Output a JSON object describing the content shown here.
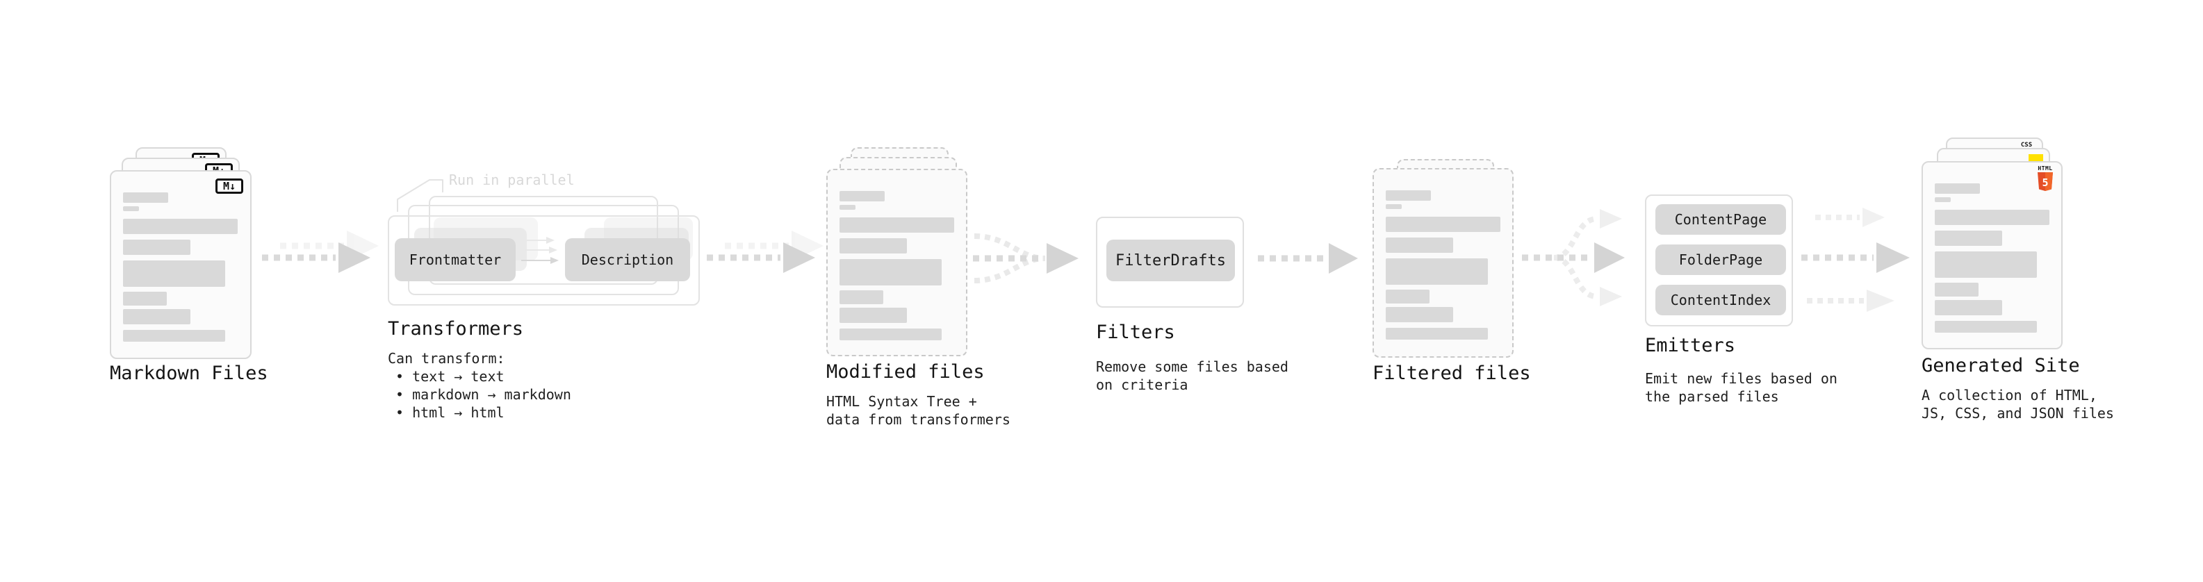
{
  "pipeline": {
    "markdown": {
      "label": "Markdown Files",
      "file_badge": "M↓"
    },
    "transformers": {
      "label": "Transformers",
      "parallel_note": "Run in parallel",
      "input_box": "Frontmatter",
      "output_box": "Description",
      "desc_title": "Can transform:",
      "bullets": [
        "• text → text",
        "• markdown → markdown",
        "• html → html"
      ]
    },
    "modified": {
      "label": "Modified files",
      "desc": [
        "HTML Syntax Tree +",
        "data from transformers"
      ]
    },
    "filters": {
      "label": "Filters",
      "box": "FilterDrafts",
      "desc": [
        "Remove some files based",
        "on criteria"
      ]
    },
    "filtered": {
      "label": "Filtered files"
    },
    "emitters": {
      "label": "Emitters",
      "boxes": [
        "ContentPage",
        "FolderPage",
        "ContentIndex"
      ],
      "desc": [
        "Emit new files based on",
        "the parsed files"
      ]
    },
    "generated": {
      "label": "Generated Site",
      "desc": [
        "A collection of HTML,",
        "JS, CSS, and JSON files"
      ],
      "css_badge": "CSS",
      "html_badge_word": "HTML",
      "html_badge_number": "5"
    }
  },
  "colors": {
    "html5_orange": "#e44d26",
    "html5_orange_light": "#f16529",
    "js_yellow": "#ffe100",
    "css_blue": "#2b62f0",
    "placeholder_gray": "#d9d9d9"
  }
}
